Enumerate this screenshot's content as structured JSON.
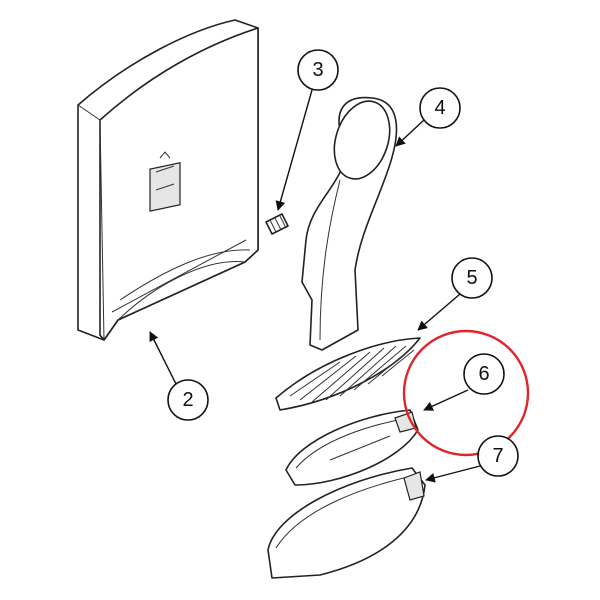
{
  "callouts": [
    {
      "id": "2",
      "label": "2"
    },
    {
      "id": "3",
      "label": "3"
    },
    {
      "id": "4",
      "label": "4"
    },
    {
      "id": "5",
      "label": "5"
    },
    {
      "id": "6",
      "label": "6"
    },
    {
      "id": "7",
      "label": "7"
    }
  ],
  "highlight": {
    "target": "6",
    "color": "#e0262a"
  }
}
